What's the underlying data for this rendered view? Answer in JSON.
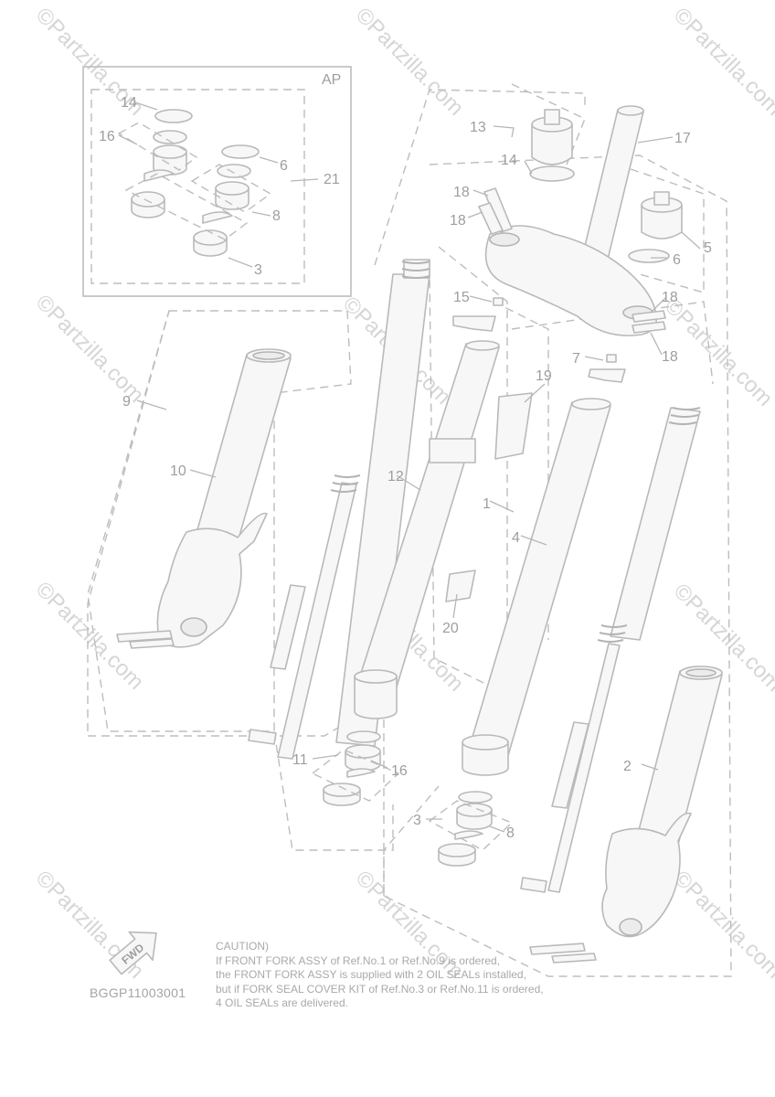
{
  "inset_label": "AP",
  "watermark": "©Partzilla.com",
  "callouts": {
    "c1": "1",
    "c2": "2",
    "c3a": "3",
    "c3b": "3",
    "c4": "4",
    "c5": "5",
    "c6a": "6",
    "c6b": "6",
    "c7": "7",
    "c8a": "8",
    "c8b": "8",
    "c9": "9",
    "c10": "10",
    "c11": "11",
    "c12": "12",
    "c13": "13",
    "c14a": "14",
    "c14b": "14",
    "c15": "15",
    "c16a": "16",
    "c16b": "16",
    "c17": "17",
    "c18a": "18",
    "c18b": "18",
    "c18c": "18",
    "c18d": "18",
    "c19": "19",
    "c20": "20",
    "c21": "21"
  },
  "fwd_label": "FWD",
  "caption": {
    "line1": "CAUTION)",
    "line2": "If FRONT FORK ASSY of Ref.No.1 or Ref.No.9 is ordered,",
    "line3": "the FRONT FORK ASSY is supplied with 2 OIL SEALs installed,",
    "line4": "but if FORK SEAL COVER KIT of Ref.No.3 or Ref.No.11 is ordered,",
    "line5": "4 OIL SEALs are delivered."
  },
  "diagram_code": "BGGP11003001"
}
